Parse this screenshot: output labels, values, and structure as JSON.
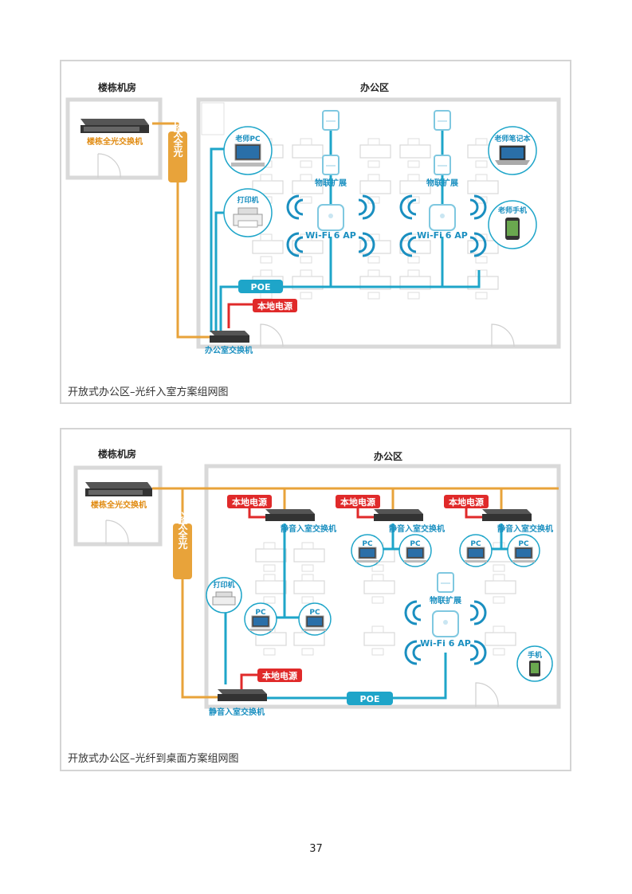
{
  "colors": {
    "fiber": "#e8a33a",
    "fiber_label_bg": "#e8a33a",
    "cable": "#1ea5c9",
    "power": "#e02a2a",
    "label_blue": "#1a8fc0",
    "label_orange": "#e08a10",
    "wall": "#d9d9d9"
  },
  "diagram1": {
    "building_room_title": "楼栋机房",
    "office_title": "办公区",
    "building_switch_label": "楼栋全光交换机",
    "fiber_label": "以太全光",
    "teacher_pc_label": "老师PC",
    "printer_label": "打印机",
    "teacher_laptop_label": "老师笔记本",
    "teacher_phone_label": "老师手机",
    "extender_label_left": "物联扩展",
    "extender_label_right": "物联扩展",
    "ap_label_left": "Wi-Fi 6 AP",
    "ap_label_right": "Wi-Fi 6 AP",
    "poe_label": "POE",
    "power_label": "本地电源",
    "office_switch_label": "办公室交换机",
    "caption": "开放式办公区–光纤入室方案组网图"
  },
  "diagram2": {
    "building_room_title": "楼栋机房",
    "office_title": "办公区",
    "building_switch_label": "楼栋全光交换机",
    "fiber_label": "以太全光",
    "power_label_1": "本地电源",
    "power_label_2": "本地电源",
    "power_label_3": "本地电源",
    "power_label_4": "本地电源",
    "switch_label_1": "静音入室交换机",
    "switch_label_2": "静音入室交换机",
    "switch_label_3": "静音入室交换机",
    "switch_label_main": "静音入室交换机",
    "pc_label": "PC",
    "printer_label": "打印机",
    "extender_label": "物联扩展",
    "ap_label": "Wi-Fi 6 AP",
    "phone_label": "手机",
    "poe_label": "POE",
    "caption": "开放式办公区–光纤到桌面方案组网图"
  },
  "page_number": "37"
}
